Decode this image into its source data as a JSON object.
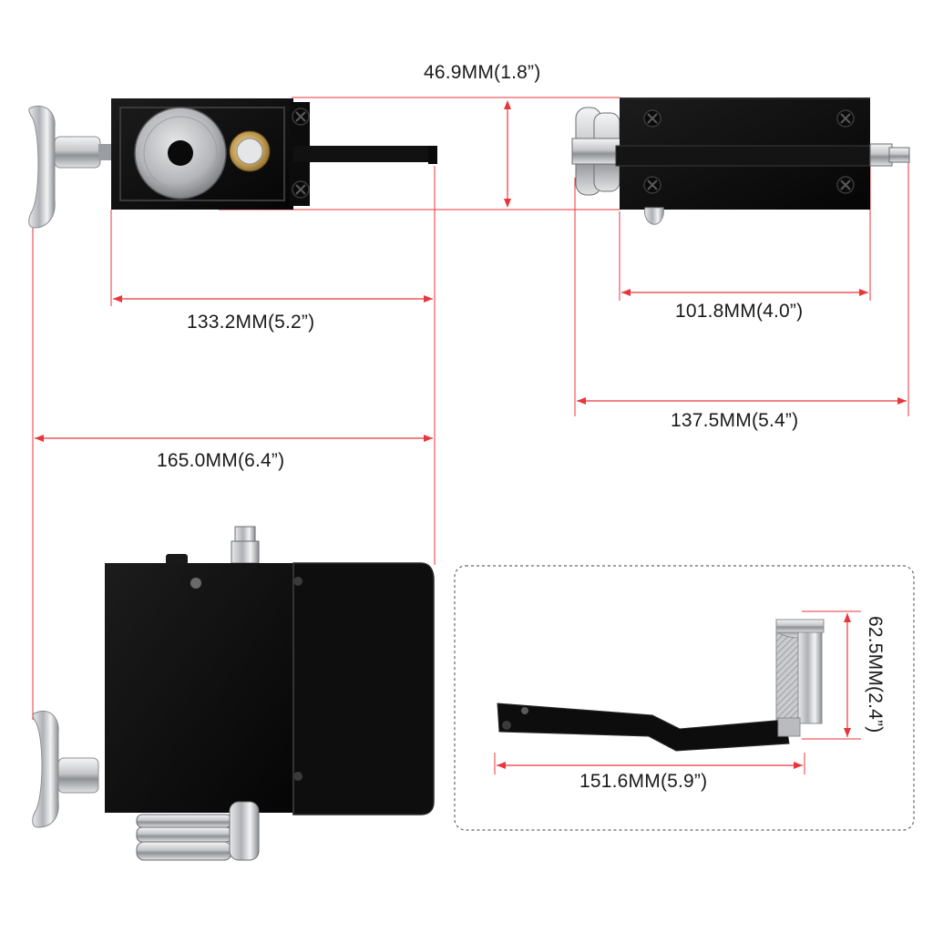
{
  "dimensions": {
    "top_height": "46.9MM(1.8”)",
    "top_view_width": "133.2MM(5.2”)",
    "side_inner_width": "101.8MM(4.0”)",
    "side_total_width": "137.5MM(5.4”)",
    "front_total_width": "165.0MM(6.4”)",
    "crank_length": "151.6MM(5.9”)",
    "crank_height": "62.5MM(2.4”)"
  },
  "colors": {
    "dimension_line": "#e8363b",
    "body_black": "#0c0c0c",
    "metal_silver": "#c7c9cc",
    "callout_border": "#666666",
    "label_text": "#1a1a1a"
  },
  "icons": {
    "knob": "t-handle-knob-icon",
    "roller": "roller-wheel-icon",
    "screw": "phillips-screw-icon",
    "crank": "crank-handle-icon"
  }
}
